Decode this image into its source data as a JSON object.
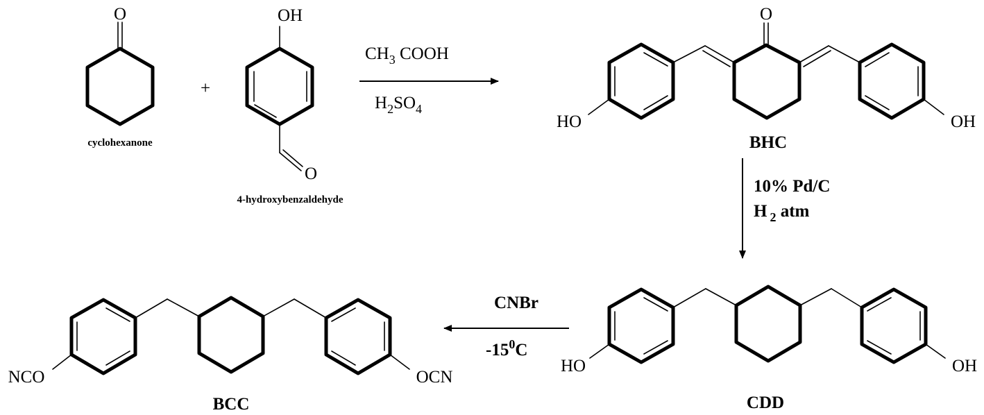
{
  "reactants": {
    "cyclohexanone": {
      "name": "cyclohexanone",
      "carbonyl_o": "O"
    },
    "plus": "+",
    "hydroxybenzaldehyde": {
      "name": "4-hydroxybenzaldehyde",
      "oh": "OH",
      "aldehyde_o": "O"
    }
  },
  "step1": {
    "reagent_top": "CH",
    "reagent_top_sub": "3",
    "reagent_top_rest": " COOH",
    "reagent_bottom": "H",
    "reagent_bottom_sub1": "2",
    "reagent_bottom_mid": "SO",
    "reagent_bottom_sub2": "4"
  },
  "bhc": {
    "name": "BHC",
    "ketone_o": "O",
    "left_oh": "HO",
    "right_oh": "OH"
  },
  "step2": {
    "line1": "10% Pd/C",
    "line2_a": "H",
    "line2_sub": "2",
    "line2_b": " atm"
  },
  "cdd": {
    "name": "CDD",
    "left_oh": "HO",
    "right_oh": "OH"
  },
  "step3": {
    "reagent_top": "CNBr",
    "reagent_bottom": "-15",
    "reagent_bottom_sup": "0",
    "reagent_bottom_rest": "C"
  },
  "bcc": {
    "name": "BCC",
    "left_group": "NCO",
    "right_group": "OCN"
  }
}
